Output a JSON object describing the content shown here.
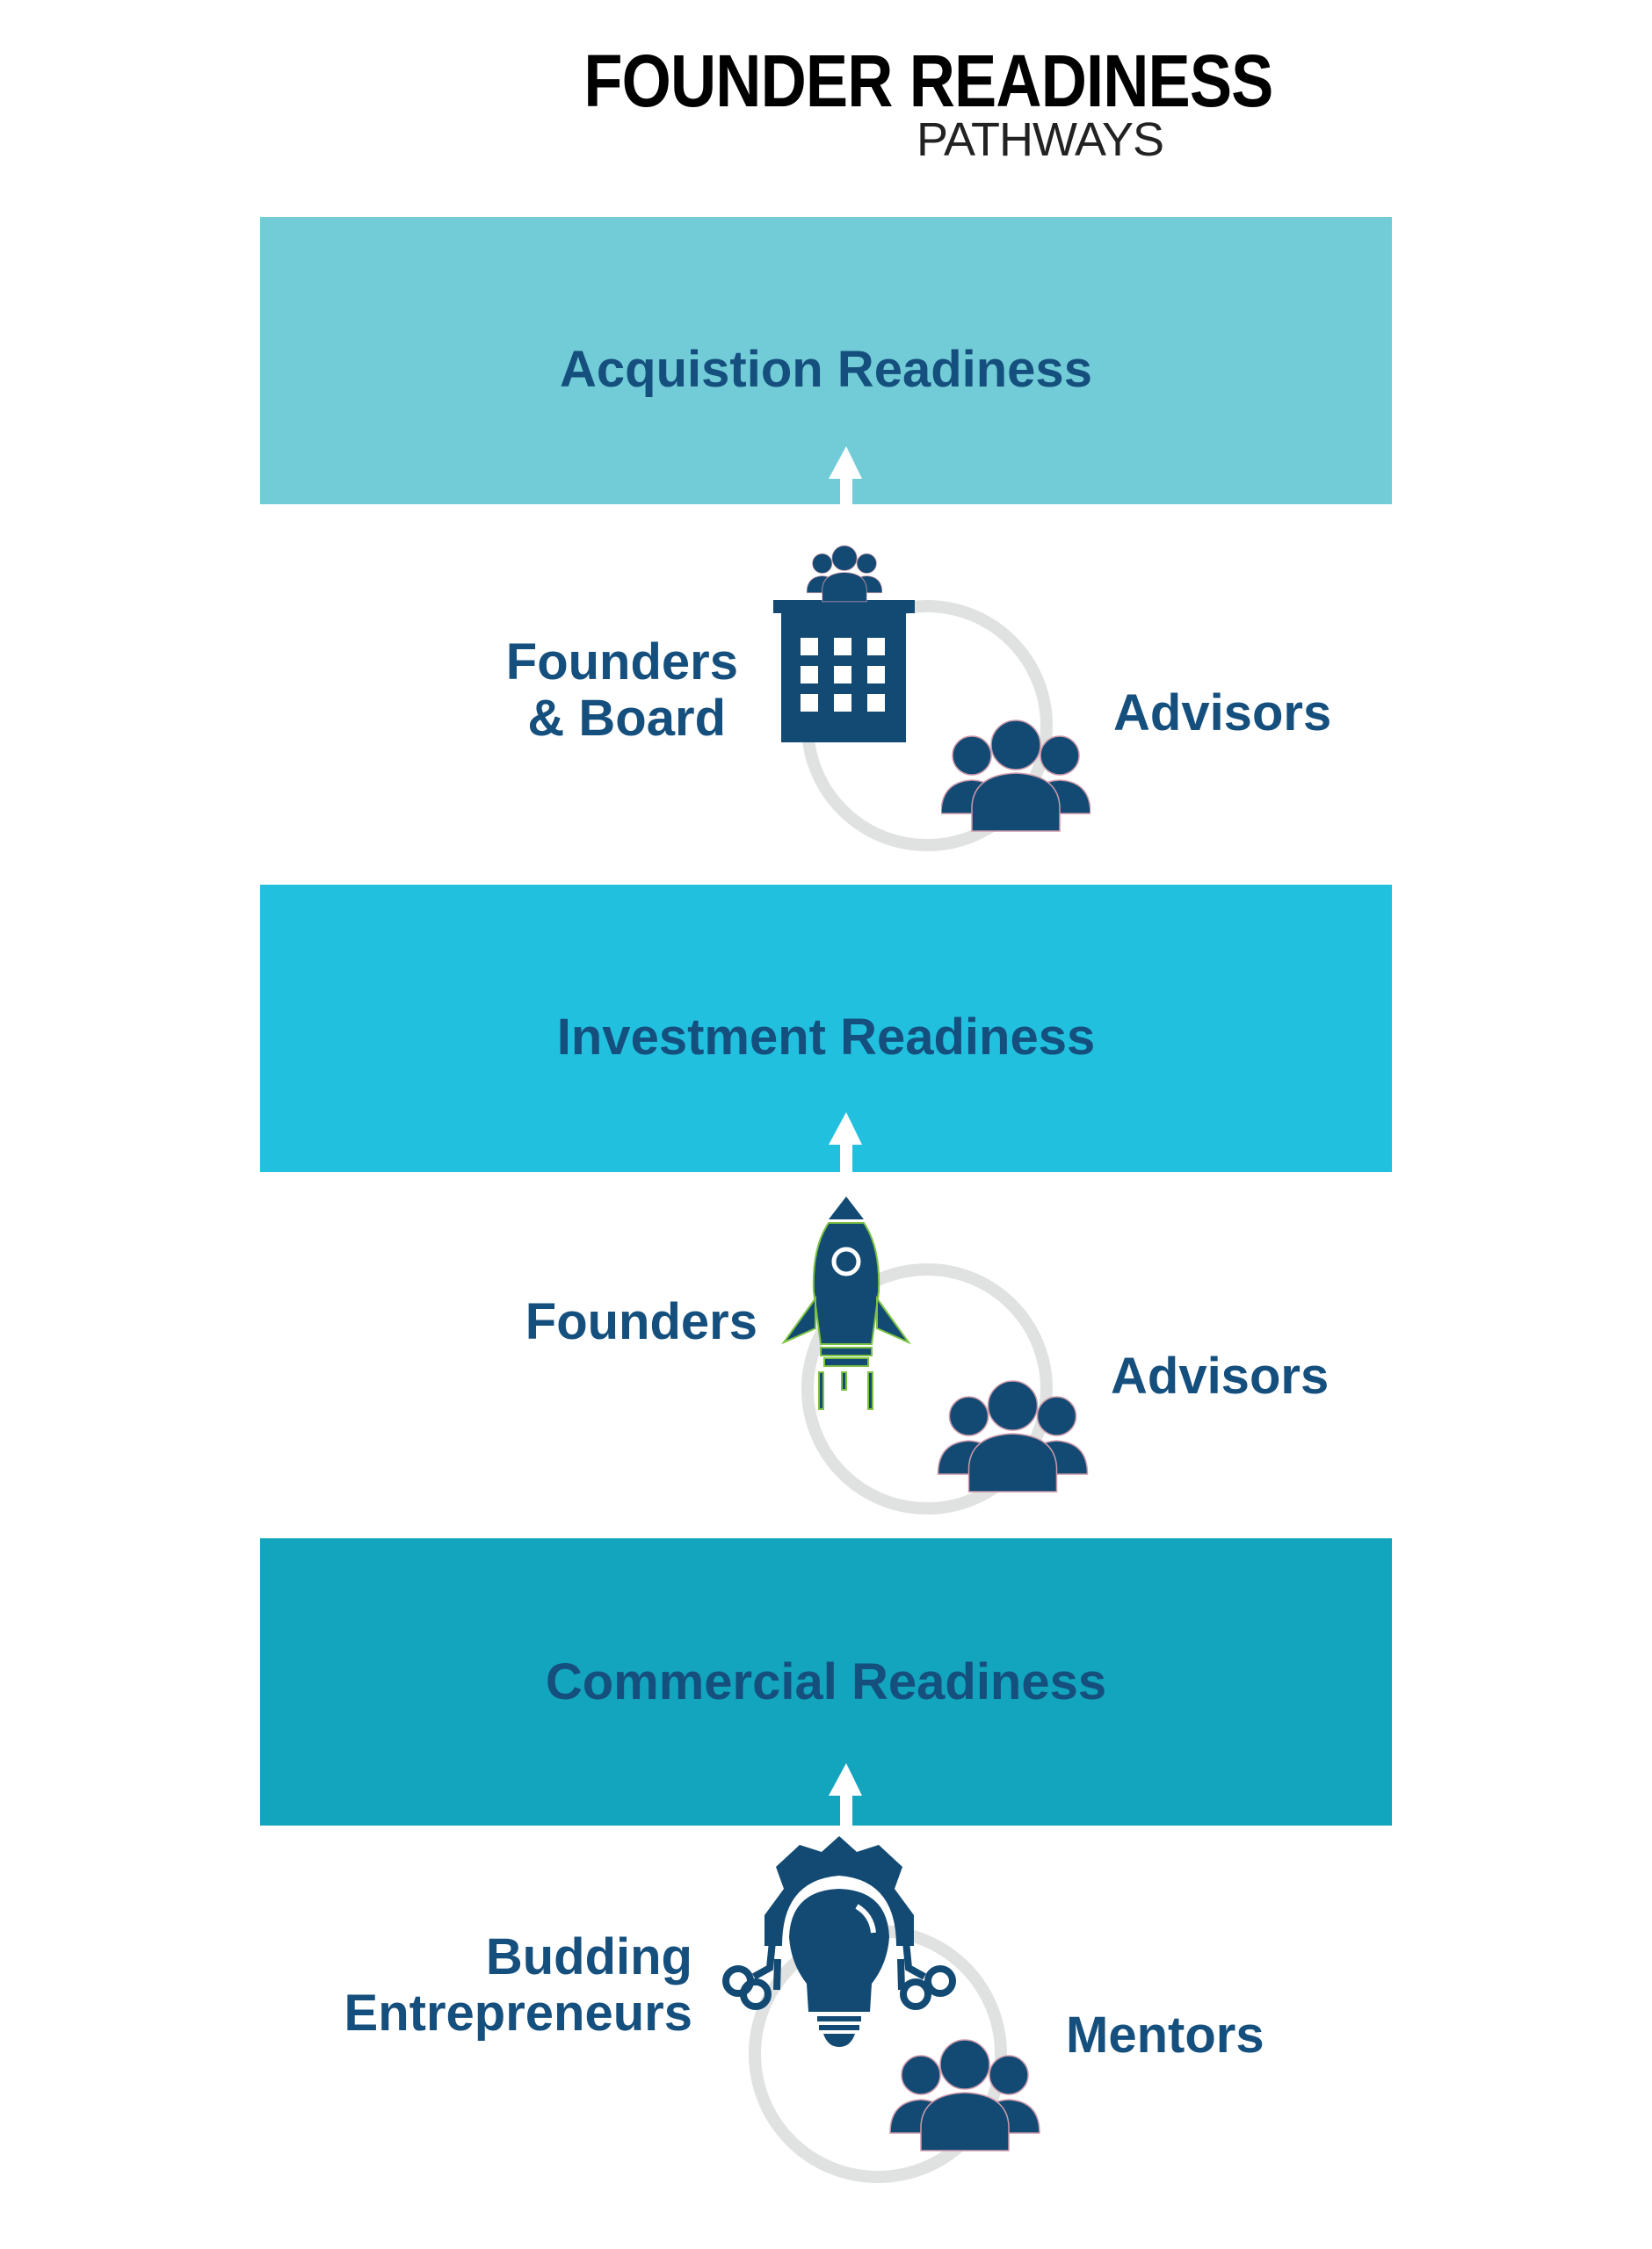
{
  "header": {
    "title": "FOUNDER READINESS",
    "subtitle": "PATHWAYS"
  },
  "colors": {
    "text": "#154F7D",
    "band_acquisition": "#72CCD7",
    "band_investment": "#22C0DF",
    "band_commercial": "#13A4BE",
    "ring": "#E0E1E1"
  },
  "stages": [
    {
      "label": "Acquistion Readiness",
      "left_label": [
        "Founders",
        "& Board"
      ],
      "right_label": "Advisors",
      "icon": "building-with-team-icon"
    },
    {
      "label": "Investment Readiness",
      "left_label": [
        "Founders"
      ],
      "right_label": "Advisors",
      "icon": "rocket-icon"
    },
    {
      "label": "Commercial Readiness",
      "left_label": [
        "Budding",
        "Entrepreneurs"
      ],
      "right_label": "Mentors",
      "icon": "gear-lightbulb-icon"
    }
  ]
}
